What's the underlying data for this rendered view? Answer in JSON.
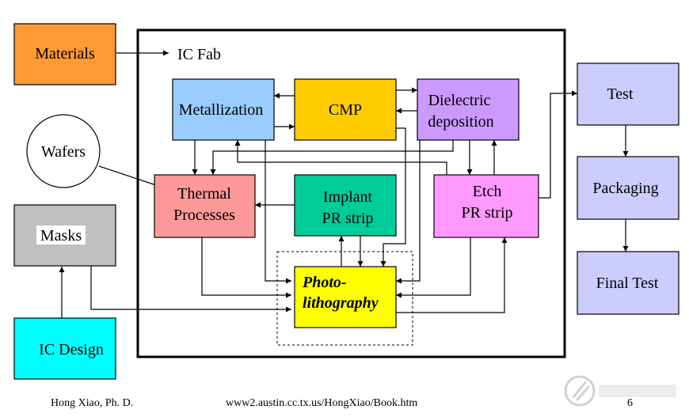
{
  "boxes": {
    "materials": "Materials",
    "ic_fab": "IC Fab",
    "wafers": "Wafers",
    "masks": "Masks",
    "ic_design": "IC Design",
    "metallization": "Metallization",
    "cmp": "CMP",
    "dielectric": [
      "Dielectric",
      "deposition"
    ],
    "thermal": [
      "Thermal",
      "Processes"
    ],
    "implant": [
      "Implant",
      "PR strip"
    ],
    "etch": [
      "Etch",
      "PR strip"
    ],
    "photo": [
      "Photo-",
      "lithography"
    ],
    "test": "Test",
    "packaging": "Packaging",
    "final_test": "Final Test"
  },
  "footer": {
    "author": "Hong Xiao, Ph. D.",
    "url": "www2.austin.cc.tx.us/HongXiao/Book.htm",
    "page": "6"
  },
  "colors": {
    "materials": "#ff9933",
    "masks": "#c0c0c0",
    "ic_design": "#00ffff",
    "metallization": "#99ccff",
    "cmp": "#ffcc00",
    "dielectric": "#cc99ff",
    "thermal": "#ff9999",
    "implant": "#00cc99",
    "etch": "#ff99ff",
    "photo": "#ffff00",
    "back_end": "#ccccff"
  }
}
